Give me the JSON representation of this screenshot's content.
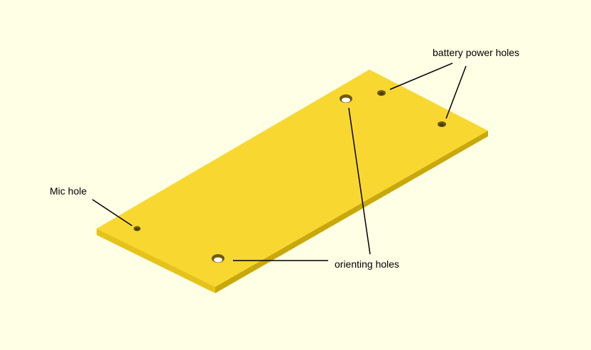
{
  "colors": {
    "background": "#ffffe5",
    "plate_top": "#f8d830",
    "plate_front": "#e7c21a",
    "plate_side": "#c8a80a",
    "hole": "#6d5a10",
    "leader": "#000000"
  },
  "labels": {
    "mic_hole": "Mic hole",
    "battery_power_holes": "battery power holes",
    "orienting_holes": "orienting holes"
  }
}
